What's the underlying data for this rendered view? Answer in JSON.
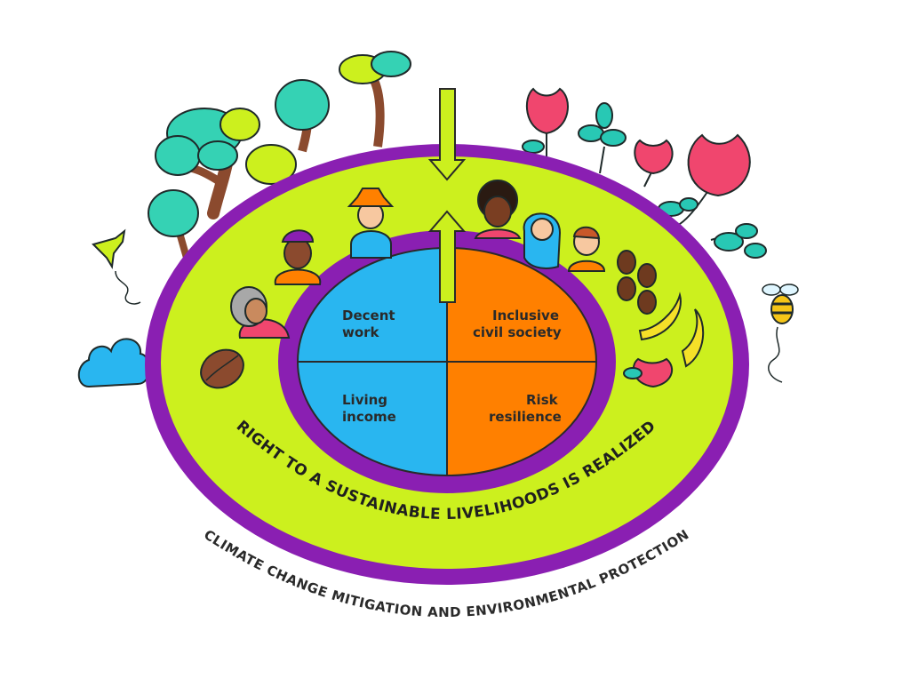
{
  "quadrants": {
    "decent_work": [
      "Decent",
      "work"
    ],
    "inclusive_civil_society": [
      "Inclusive",
      "civil society"
    ],
    "living_income": [
      "Living",
      "income"
    ],
    "risk_resilience": [
      "Risk",
      "resilience"
    ]
  },
  "rings": {
    "inner_ring_text": "RIGHT TO A SUSTAINABLE LIVELIHOODS IS REALIZED",
    "outer_ring_text": "CLIMATE CHANGE MITIGATION AND ENVIRONMENTAL PROTECTION"
  },
  "colors": {
    "purple": "#8a1fb2",
    "lime": "#ccf01e",
    "blue": "#29b6f0",
    "orange": "#ff8000",
    "tree_green": "#35d2b4",
    "rose_pink": "#f0466e",
    "leaf_teal": "#28c8b4"
  }
}
